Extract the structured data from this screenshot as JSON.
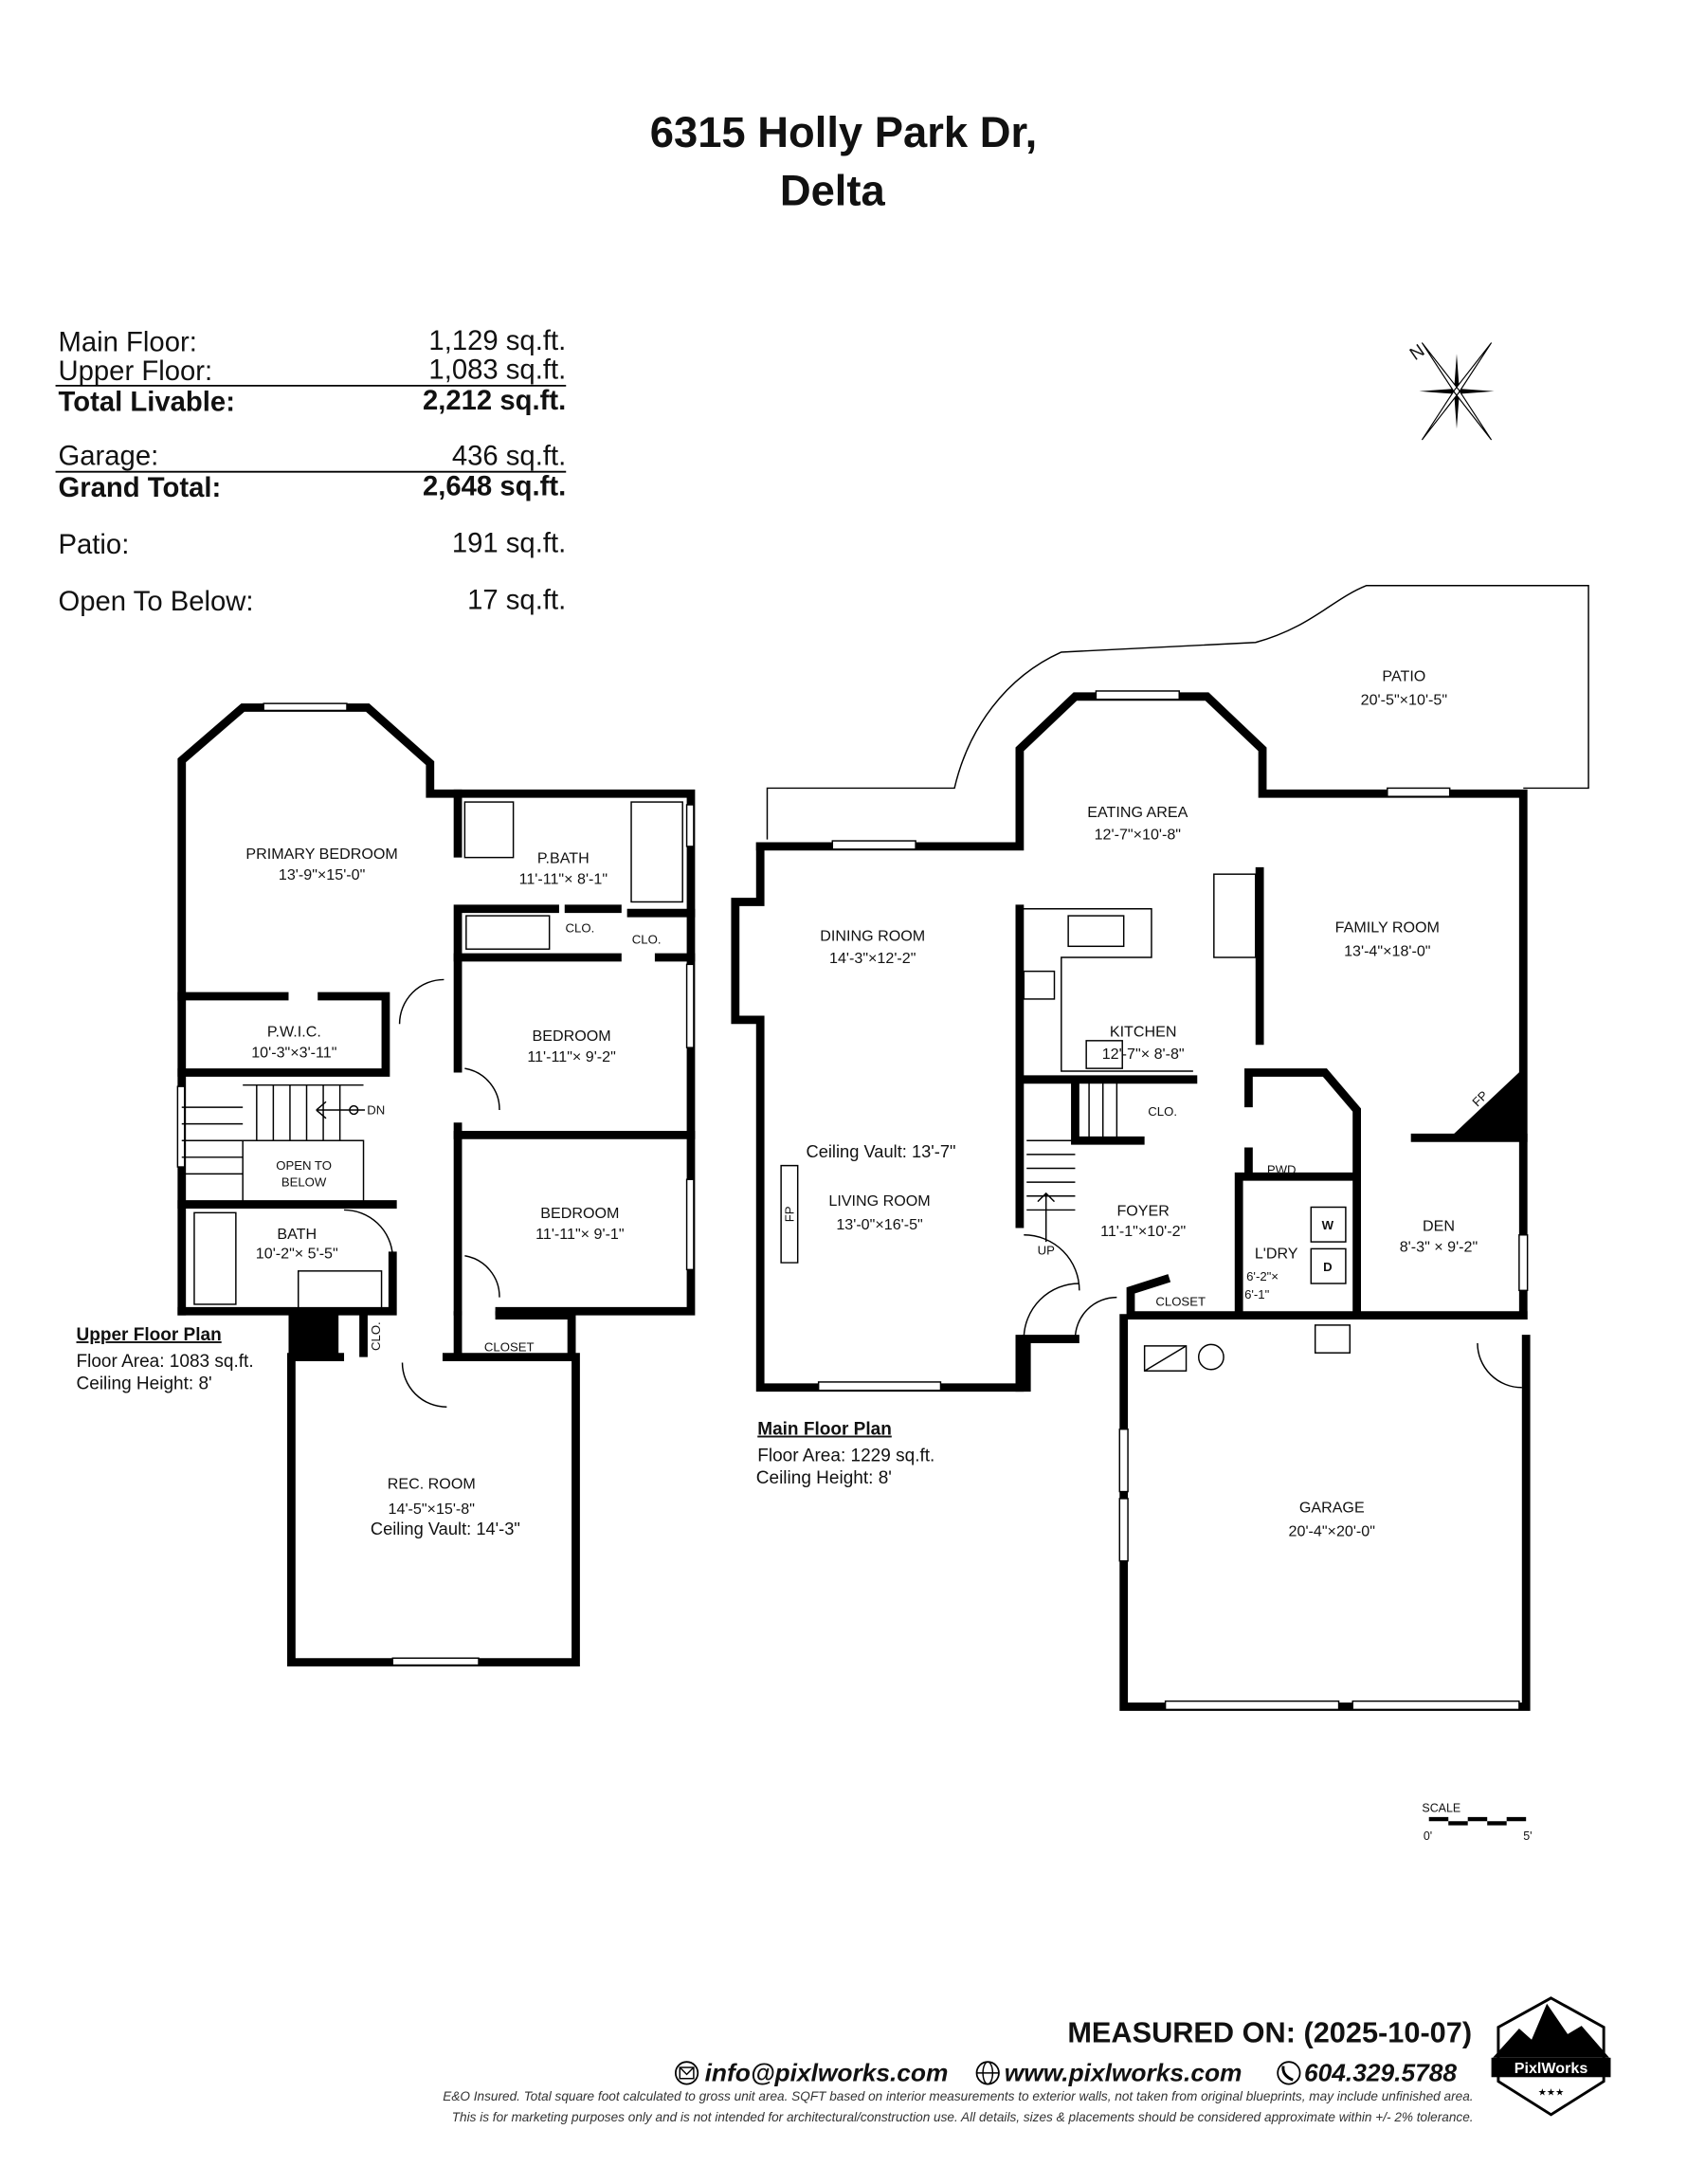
{
  "title": {
    "line1": "6315 Holly Park Dr,",
    "line2": "Delta"
  },
  "area_summary": [
    {
      "label": "Main Floor:",
      "value": "1,129 sq.ft."
    },
    {
      "label": "Upper Floor:",
      "value": "1,083 sq.ft."
    },
    {
      "label": "Total Livable:",
      "value": "2,212 sq.ft."
    },
    {
      "label": "Garage:",
      "value": "436 sq.ft."
    },
    {
      "label": "Grand Total:",
      "value": "2,648 sq.ft."
    },
    {
      "label": "Patio:",
      "value": "191 sq.ft."
    },
    {
      "label": "Open To Below:",
      "value": "17 sq.ft."
    }
  ],
  "compass": {
    "label": "N",
    "icon": "compass-rose-icon"
  },
  "upper_floor": {
    "heading": "Upper Floor Plan",
    "floor_area": "Floor Area: 1083 sq.ft.",
    "ceiling_height": "Ceiling Height: 8'",
    "rooms": [
      {
        "name": "PRIMARY BEDROOM",
        "dims": "13'-9\"×15'-0\""
      },
      {
        "name": "P.BATH",
        "dims": "11'-11\"× 8'-1\""
      },
      {
        "name": "P.W.I.C.",
        "dims": "10'-3\"×3'-11\""
      },
      {
        "name": "BEDROOM",
        "dims": "11'-11\"× 9'-2\""
      },
      {
        "name": "BATH",
        "dims": "10'-2\"× 5'-5\""
      },
      {
        "name": "BEDROOM",
        "dims": "11'-11\"× 9'-1\""
      },
      {
        "name": "REC. ROOM",
        "dims": "14'-5\"×15'-8\"",
        "extra": "Ceiling Vault: 14'-3\""
      }
    ],
    "labels": {
      "clo1": "CLO.",
      "clo2": "CLO.",
      "clo3": "CLO.",
      "closet": "CLOSET",
      "dn": "DN",
      "open1": "OPEN TO",
      "open2": "BELOW"
    }
  },
  "main_floor": {
    "heading": "Main Floor Plan",
    "floor_area": "Floor Area: 1229 sq.ft.",
    "ceiling_height": "Ceiling Height: 8'",
    "rooms": [
      {
        "name": "PATIO",
        "dims": "20'-5\"×10'-5\""
      },
      {
        "name": "EATING AREA",
        "dims": "12'-7\"×10'-8\""
      },
      {
        "name": "DINING ROOM",
        "dims": "14'-3\"×12'-2\""
      },
      {
        "name": "KITCHEN",
        "dims": "12'-7\"× 8'-8\""
      },
      {
        "name": "FAMILY ROOM",
        "dims": "13'-4\"×18'-0\""
      },
      {
        "name": "LIVING ROOM",
        "dims": "13'-0\"×16'-5\"",
        "extra": "Ceiling Vault: 13'-7\""
      },
      {
        "name": "FOYER",
        "dims": "11'-1\"×10'-2\""
      },
      {
        "name": "DEN",
        "dims": "8'-3\" × 9'-2\""
      },
      {
        "name": "L'DRY",
        "dims": "6'-2\"×",
        "dims2": "6'-1\""
      },
      {
        "name": "GARAGE",
        "dims": "20'-4\"×20'-0\""
      }
    ],
    "labels": {
      "pwd": "PWD.",
      "clo": "CLO.",
      "closet": "CLOSET",
      "up": "UP",
      "fp1": "FP",
      "fp2": "FP",
      "washer": "W",
      "dryer": "D"
    }
  },
  "scale": {
    "label": "SCALE",
    "start": "0'",
    "end": "5'"
  },
  "footer": {
    "measured": "MEASURED ON: (2025-10-07)",
    "email": "info@pixlworks.com",
    "website": "www.pixlworks.com",
    "phone": "604.329.5788",
    "disclaimer1": "E&O Insured.  Total square foot calculated to gross unit area. SQFT based on interior measurements to exterior walls, not taken from original blueprints, may include unfinished area.",
    "disclaimer2": "This is for marketing purposes only and is not intended for architectural/construction use.  All details, sizes & placements should be considered approximate within +/- 2%  tolerance.",
    "logo_text": "PixlWorks",
    "icons": [
      "email-icon",
      "globe-icon",
      "phone-icon"
    ]
  }
}
